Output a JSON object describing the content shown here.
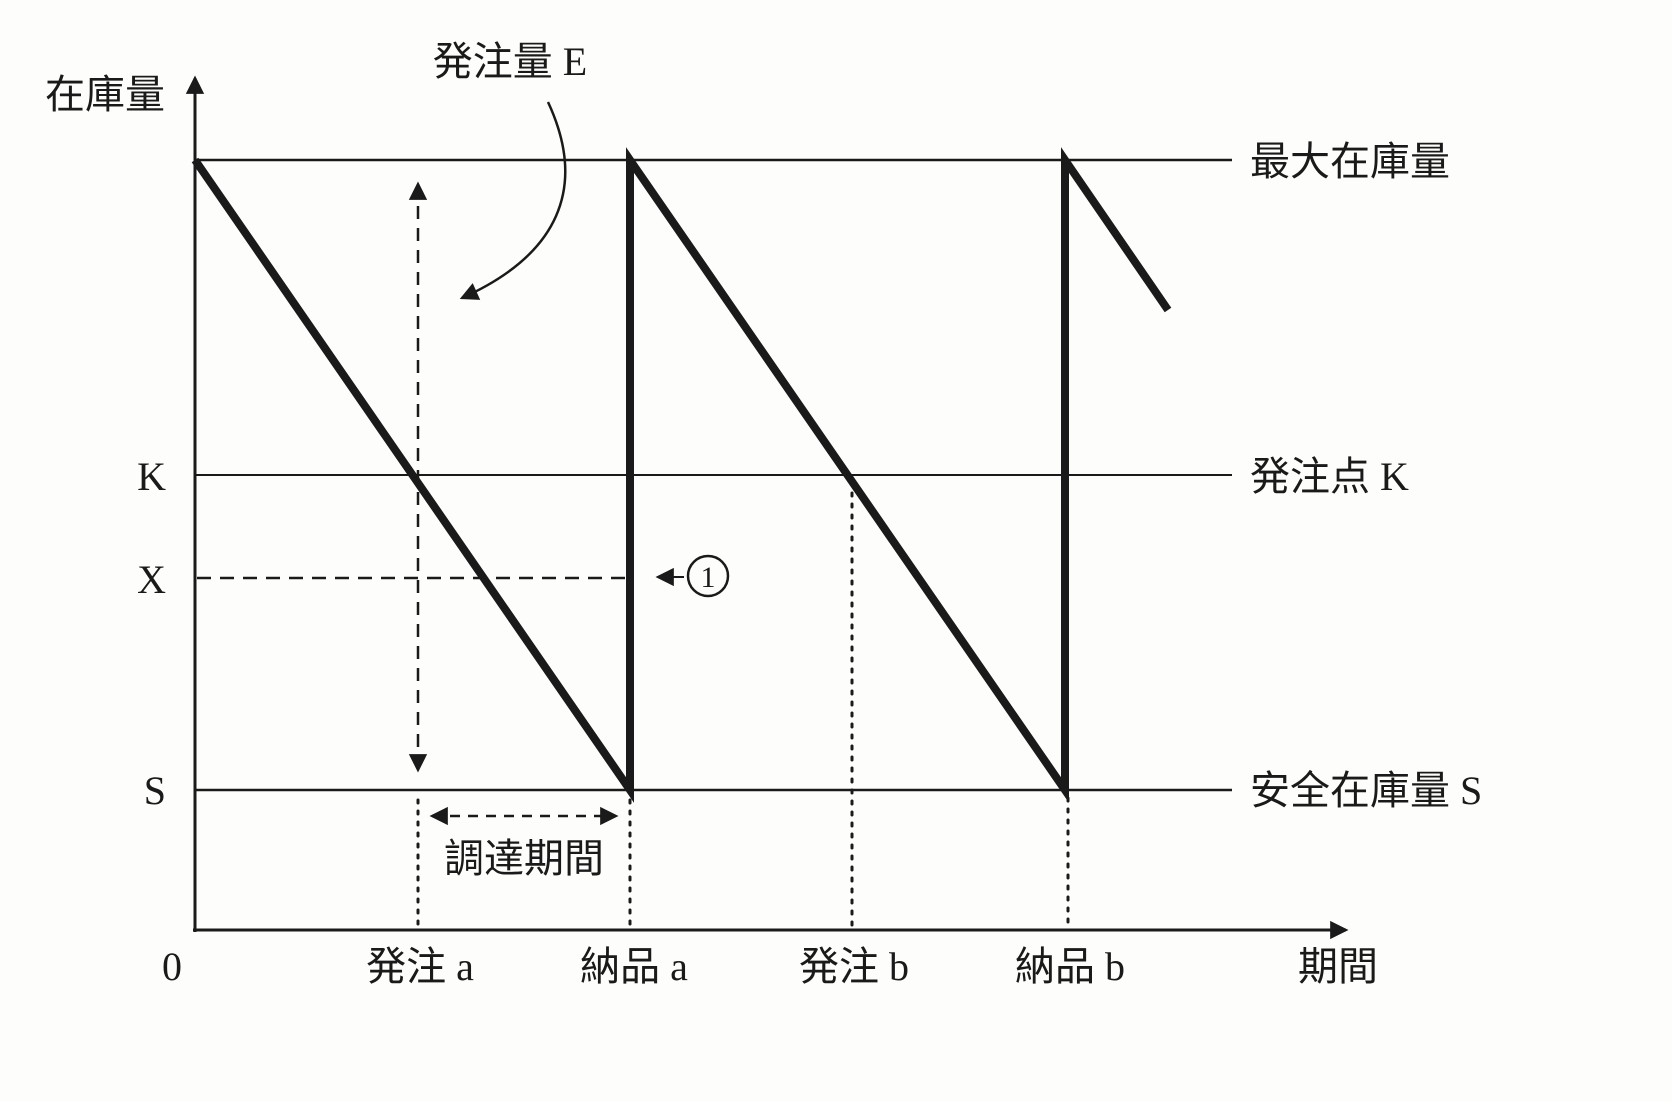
{
  "diagram": {
    "axes": {
      "y_title": "在庫量",
      "x_title": "期間",
      "origin_label": "0"
    },
    "y_ticks": {
      "k": "K",
      "x": "X",
      "s": "S"
    },
    "reference_lines": {
      "max_inventory": "最大在庫量",
      "reorder_point": "発注点 K",
      "safety_stock": "安全在庫量 S"
    },
    "annotations": {
      "order_quantity": "発注量 E",
      "procurement_period": "調達期間",
      "marker_1": "1"
    },
    "events": {
      "order_a": "発注 a",
      "delivery_a": "納品 a",
      "order_b": "発注 b",
      "delivery_b": "納品 b"
    },
    "colors": {
      "ink": "#1a1a1a",
      "paper": "#fdfdfb"
    }
  }
}
